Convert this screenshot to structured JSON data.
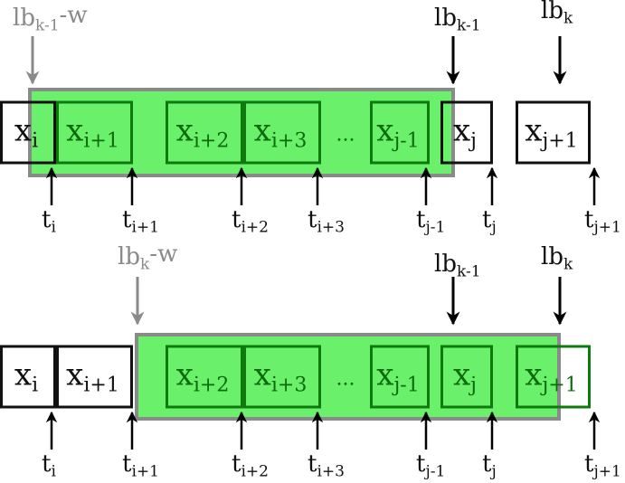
{
  "colors": {
    "window_fill": "#6af06a",
    "window_stroke": "#8a8a8a",
    "box_black": "#111111",
    "box_green": "#0e7a0e",
    "text_green": "#0b6a0b",
    "text_grey": "#8a8a8a",
    "arrow_black": "#000000",
    "arrow_grey": "#8a8a8a"
  },
  "diagram": {
    "panels": [
      {
        "top_markers": [
          {
            "base": "lb",
            "sub": "k-1",
            "suffix": "-w",
            "style": "grey"
          },
          {
            "base": "lb",
            "sub": "k-1",
            "suffix": "",
            "style": "black"
          },
          {
            "base": "lb",
            "sub": "k",
            "suffix": "",
            "style": "black"
          }
        ],
        "cells": [
          {
            "base": "x",
            "sub": "i",
            "in_window": false
          },
          {
            "base": "x",
            "sub": "i+1",
            "in_window": true
          },
          {
            "base": "x",
            "sub": "i+2",
            "in_window": true
          },
          {
            "base": "x",
            "sub": "i+3",
            "in_window": true
          },
          {
            "base": "...",
            "sub": "",
            "in_window": true
          },
          {
            "base": "x",
            "sub": "j-1",
            "in_window": true
          },
          {
            "base": "x",
            "sub": "j",
            "in_window": false
          },
          {
            "base": "x",
            "sub": "j+1",
            "in_window": false
          }
        ],
        "times": [
          {
            "base": "t",
            "sub": "i"
          },
          {
            "base": "t",
            "sub": "i+1"
          },
          {
            "base": "t",
            "sub": "i+2"
          },
          {
            "base": "t",
            "sub": "i+3"
          },
          {
            "base": "t",
            "sub": "j-1"
          },
          {
            "base": "t",
            "sub": "j"
          },
          {
            "base": "t",
            "sub": "j+1"
          }
        ]
      },
      {
        "top_markers": [
          {
            "base": "lb",
            "sub": "k",
            "suffix": "-w",
            "style": "grey"
          },
          {
            "base": "lb",
            "sub": "k-1",
            "suffix": "",
            "style": "black"
          },
          {
            "base": "lb",
            "sub": "k",
            "suffix": "",
            "style": "black"
          }
        ],
        "cells": [
          {
            "base": "x",
            "sub": "i",
            "in_window": false
          },
          {
            "base": "x",
            "sub": "i+1",
            "in_window": false
          },
          {
            "base": "x",
            "sub": "i+2",
            "in_window": true
          },
          {
            "base": "x",
            "sub": "i+3",
            "in_window": true
          },
          {
            "base": "...",
            "sub": "",
            "in_window": true
          },
          {
            "base": "x",
            "sub": "j-1",
            "in_window": true
          },
          {
            "base": "x",
            "sub": "j",
            "in_window": true
          },
          {
            "base": "x",
            "sub": "j+1",
            "in_window": true
          }
        ],
        "times": [
          {
            "base": "t",
            "sub": "i"
          },
          {
            "base": "t",
            "sub": "i+1"
          },
          {
            "base": "t",
            "sub": "i+2"
          },
          {
            "base": "t",
            "sub": "i+3"
          },
          {
            "base": "t",
            "sub": "j-1"
          },
          {
            "base": "t",
            "sub": "j"
          },
          {
            "base": "t",
            "sub": "j+1"
          }
        ]
      }
    ]
  }
}
